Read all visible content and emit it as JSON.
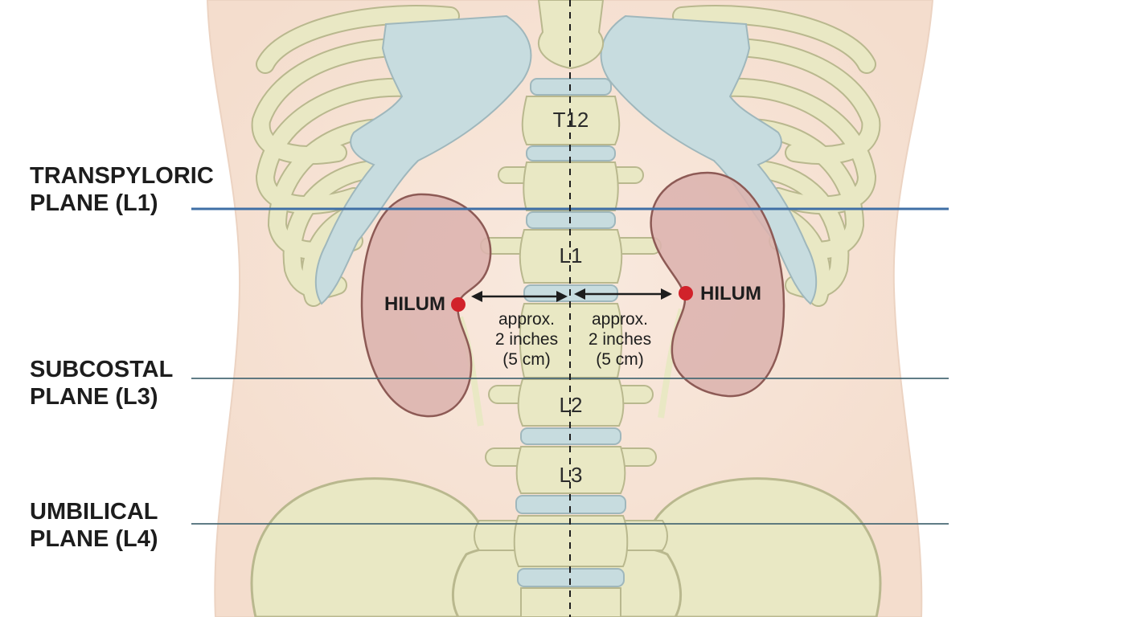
{
  "planes": [
    {
      "id": "transpyloric",
      "line1": "TRANSPYLORIC",
      "line2": "PLANE (L1)",
      "color": "#3f6fa6"
    },
    {
      "id": "subcostal",
      "line1": "SUBCOSTAL",
      "line2": "PLANE (L3)",
      "color": "#4a6a75"
    },
    {
      "id": "umbilical",
      "line1": "UMBILICAL",
      "line2": "PLANE (L4)",
      "color": "#4a6a75"
    }
  ],
  "vertebrae": [
    "T12",
    "L1",
    "L2",
    "L3"
  ],
  "hilum": {
    "left_label": "HILUM",
    "right_label": "HILUM",
    "marker_color": "#d1222a"
  },
  "distance": {
    "line1": "approx.",
    "line2": "2 inches",
    "line3": "(5 cm)"
  },
  "colors": {
    "skin": "#f7e3d6",
    "bone": "#e9e8c4",
    "cartilage": "#c7dcdf",
    "kidney": "#dcb3ae",
    "kidney_outline": "#8d5a55"
  }
}
